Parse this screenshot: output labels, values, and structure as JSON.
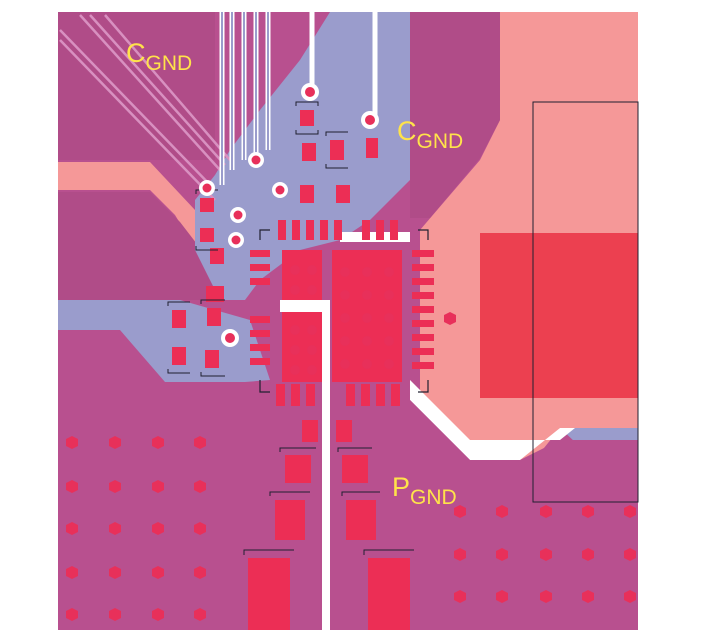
{
  "labels": {
    "cgnd_top_left": {
      "main": "C",
      "sub": "GND"
    },
    "cgnd_top_right": {
      "main": "C",
      "sub": "GND"
    },
    "pgnd": {
      "main": "P",
      "sub": "GND"
    }
  },
  "colors": {
    "background": "#ffffff",
    "ground_pour": "#b8508f",
    "power_pour": "#f59898",
    "signal_copper": "#9a9ccc",
    "pad": "#ec2e55",
    "via": "#e8305a",
    "clearance": "#ffffff",
    "silkscreen": "#202030",
    "label": "#ffe34a"
  }
}
